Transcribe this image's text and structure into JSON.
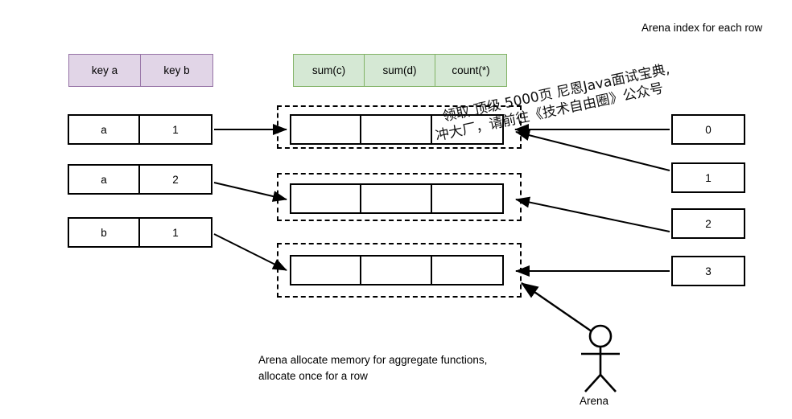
{
  "diagram": {
    "title_note": "Arena index for each row",
    "arena_note": "Arena allocate memory for aggregate functions, allocate once for a row",
    "actor_label": "Arena"
  },
  "headers": {
    "keys": [
      "key a",
      "key b"
    ],
    "aggregates": [
      "sum(c)",
      "sum(d)",
      "count(*)"
    ]
  },
  "key_rows": [
    {
      "key_a": "a",
      "key_b": "1"
    },
    {
      "key_a": "a",
      "key_b": "2"
    },
    {
      "key_a": "b",
      "key_b": "1"
    }
  ],
  "arena_rows": [
    {
      "sum_c": "",
      "sum_d": "",
      "count": ""
    },
    {
      "sum_c": "",
      "sum_d": "",
      "count": ""
    },
    {
      "sum_c": "",
      "sum_d": "",
      "count": ""
    }
  ],
  "arena_indexes": [
    "0",
    "1",
    "2",
    "3"
  ],
  "watermark": {
    "line1": "领取 顶级  5000页 尼恩Java面试宝典,",
    "line2": "冲大厂，请前往《技术自由圈》公众号"
  },
  "colors": {
    "key_fill": "#e1d5e7",
    "key_border": "#9673a6",
    "agg_fill": "#d5e8d4",
    "agg_border": "#82b366",
    "stroke": "#000000",
    "background": "#ffffff"
  }
}
